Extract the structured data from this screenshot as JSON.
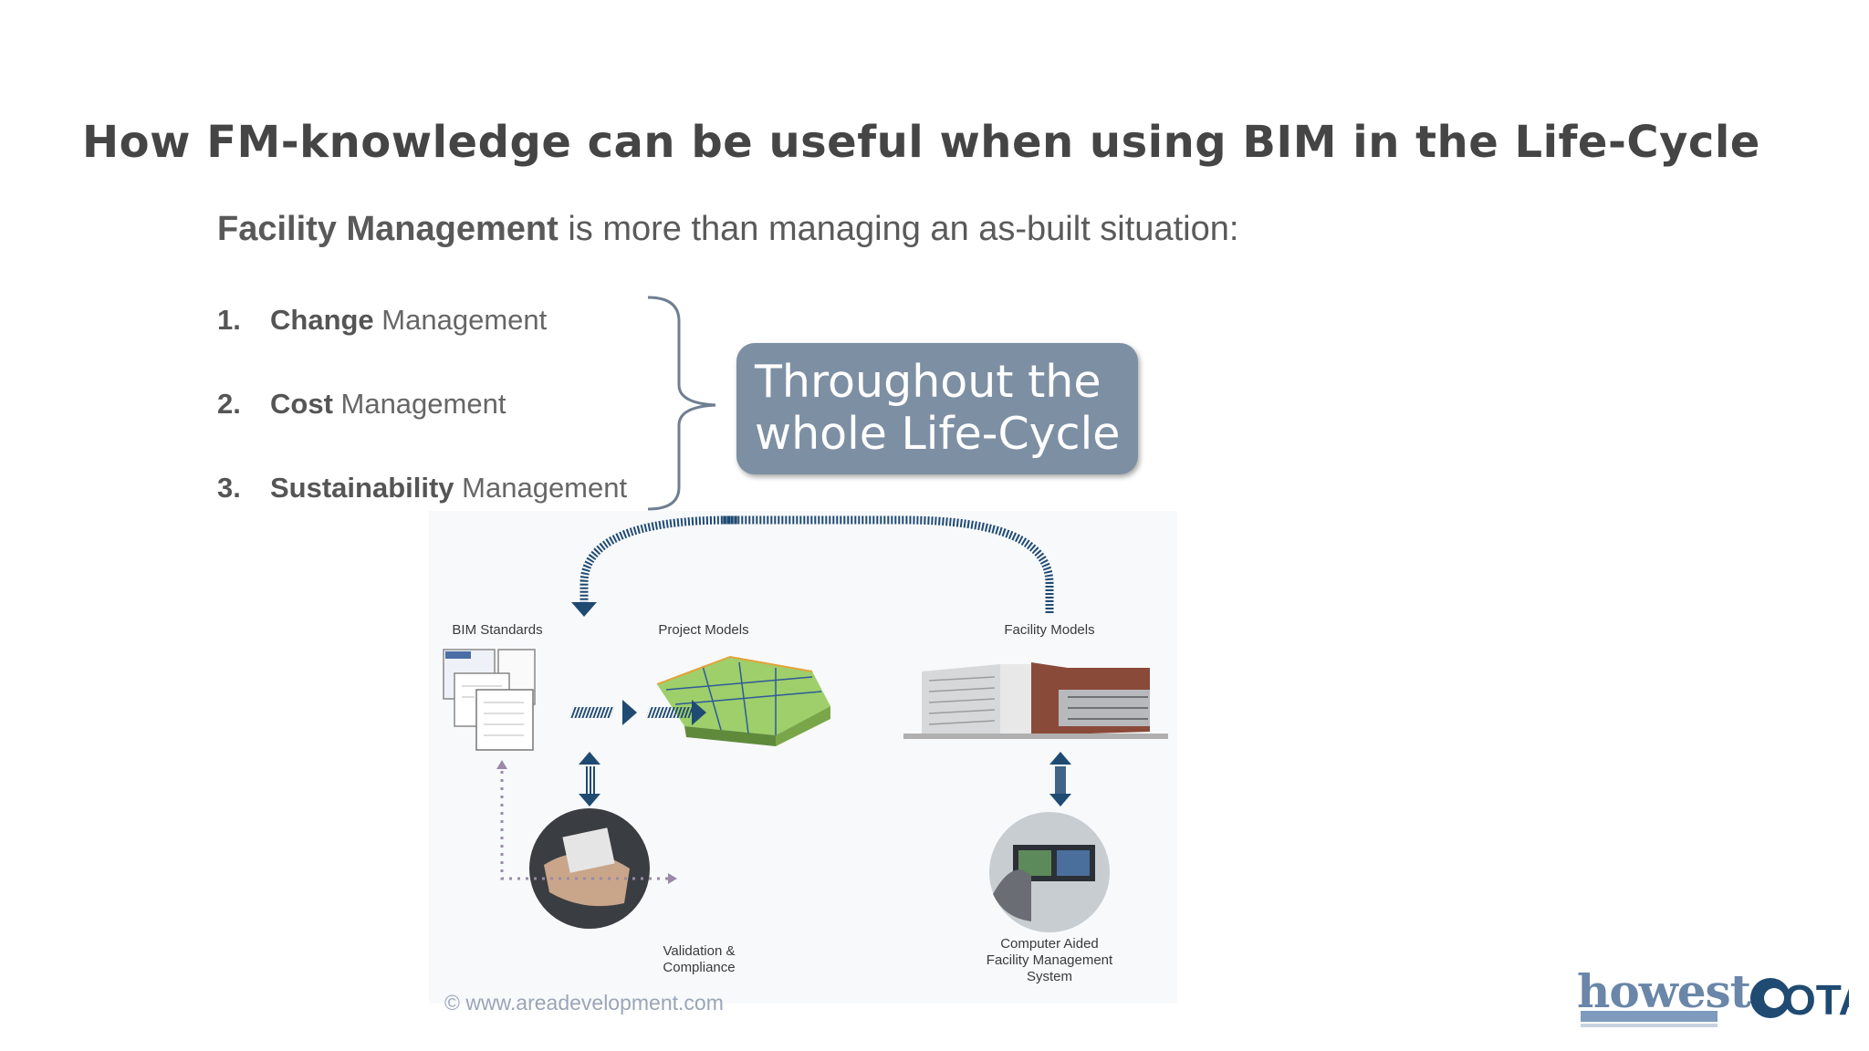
{
  "title": "How FM-knowledge can be useful when using BIM in the Life-Cycle",
  "subtitle": {
    "bold": "Facility Management",
    "rest": " is more than managing an as-built situation:"
  },
  "items": [
    {
      "num": "1.",
      "bold": "Change",
      "rest": " Management"
    },
    {
      "num": "2.",
      "bold": "Cost",
      "rest": " Management"
    },
    {
      "num": "3.",
      "bold": "Sustainability",
      "rest": " Management"
    }
  ],
  "lifecycle_box": {
    "line1": "Throughout the",
    "line2": "whole Life-Cycle"
  },
  "diagram": {
    "bim_standards": "BIM Standards",
    "project_models": "Project Models",
    "facility_models": "Facility Models",
    "validation_line1": "Validation &",
    "validation_line2": "Compliance",
    "cafm_line1": "Computer Aided",
    "cafm_line2": "Facility Management",
    "cafm_line3": "System"
  },
  "credit": "© www.areadevelopment.com",
  "logos": {
    "howest": "howest",
    "ota": "OTA"
  },
  "colors": {
    "box": "#7d8fa3",
    "arrow": "#1f4a72",
    "title": "#454545"
  }
}
